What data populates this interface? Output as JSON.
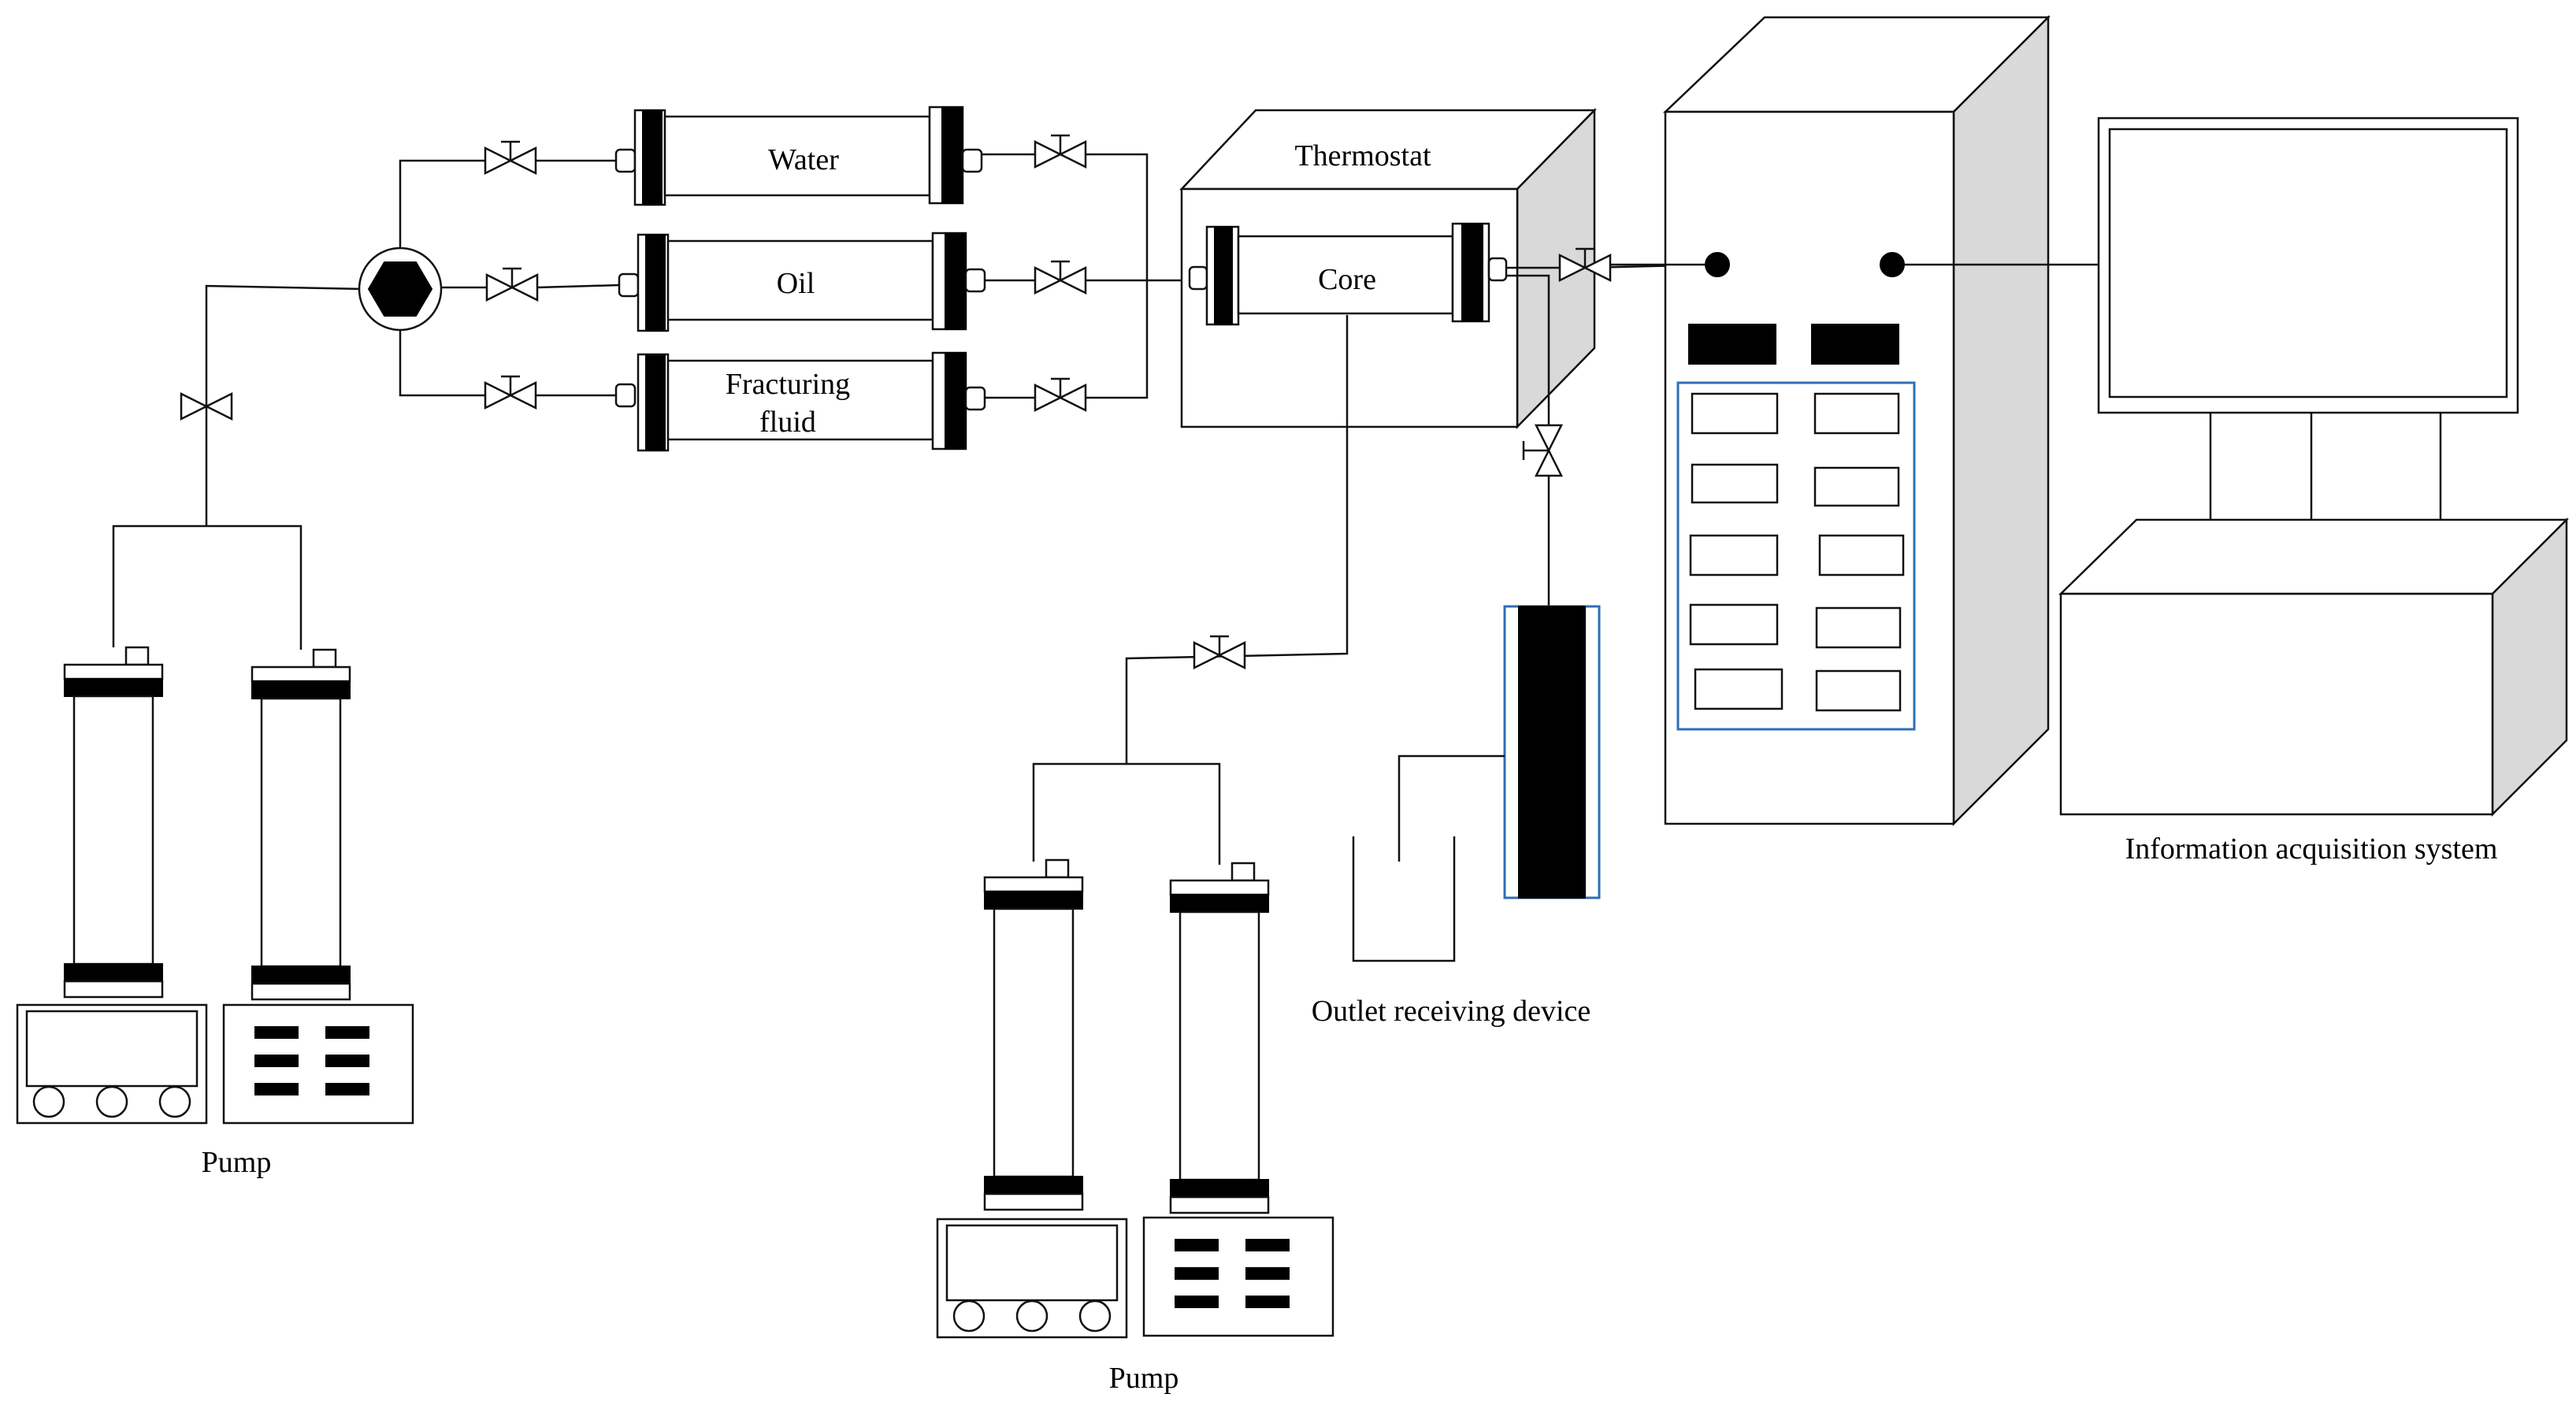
{
  "labels": {
    "water": "Water",
    "oil": "Oil",
    "fracturing_line1": "Fracturing",
    "fracturing_line2": "fluid",
    "thermostat": "Thermostat",
    "core": "Core",
    "pump_left": "Pump",
    "pump_middle": "Pump",
    "outlet": "Outlet receiving device",
    "info_system": "Information acquisition system"
  },
  "icons": {
    "valve": "valve-icon",
    "manifold": "hexagon-manifold-icon",
    "pump_display": "pump-display-icon",
    "pump_keypad": "pump-keypad-icon"
  },
  "colors": {
    "line": "#111111",
    "fill_dark": "#000000",
    "shade": "#d9d9d9",
    "panel_border": "#2e6fb5"
  }
}
